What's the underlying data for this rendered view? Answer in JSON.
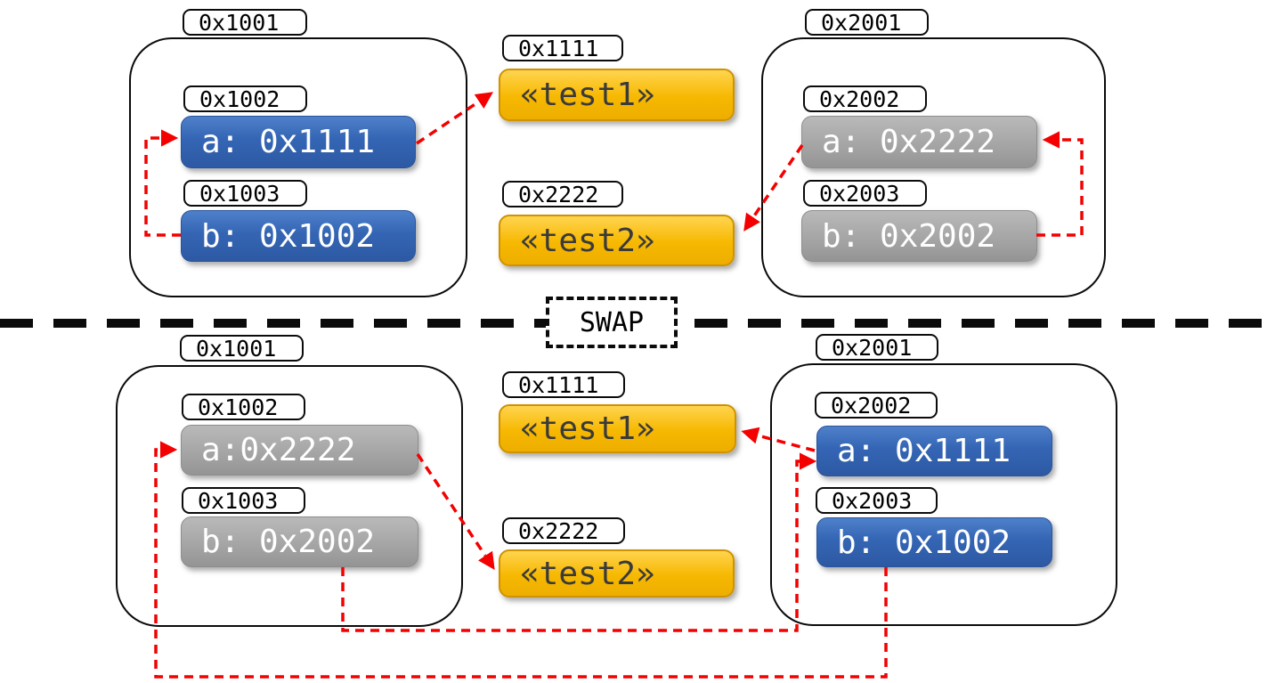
{
  "colors": {
    "blue": "#3465b4",
    "blue_light": "#4e80ca",
    "blue_dark": "#2d59a3",
    "blue_border": "#29549c",
    "gray": "#a0a0a0",
    "gray_light": "#b9b9b9",
    "yellow": "#f6b800",
    "yellow_light": "#ffd44f",
    "yellow_border": "#d09200",
    "red": "#f40000"
  },
  "divider": {
    "label": "SWAP"
  },
  "before": {
    "stack_left": {
      "frame_tag": "0x1001",
      "slots": [
        {
          "tag": "0x1002",
          "value": "a: 0x1111"
        },
        {
          "tag": "0x1003",
          "value": "b: 0x1002"
        }
      ]
    },
    "heap": [
      {
        "tag": "0x1111",
        "value": "«test1»"
      },
      {
        "tag": "0x2222",
        "value": "«test2»"
      }
    ],
    "stack_right": {
      "frame_tag": "0x2001",
      "slots": [
        {
          "tag": "0x2002",
          "value": "a: 0x2222"
        },
        {
          "tag": "0x2003",
          "value": "b: 0x2002"
        }
      ]
    }
  },
  "after": {
    "stack_left": {
      "frame_tag": "0x1001",
      "slots": [
        {
          "tag": "0x1002",
          "value": "a:0x2222"
        },
        {
          "tag": "0x1003",
          "value": "b: 0x2002"
        }
      ]
    },
    "heap": [
      {
        "tag": "0x1111",
        "value": "«test1»"
      },
      {
        "tag": "0x2222",
        "value": "«test2»"
      }
    ],
    "stack_right": {
      "frame_tag": "0x2001",
      "slots": [
        {
          "tag": "0x2002",
          "value": "a: 0x1111"
        },
        {
          "tag": "0x2003",
          "value": "b: 0x1002"
        }
      ]
    }
  }
}
